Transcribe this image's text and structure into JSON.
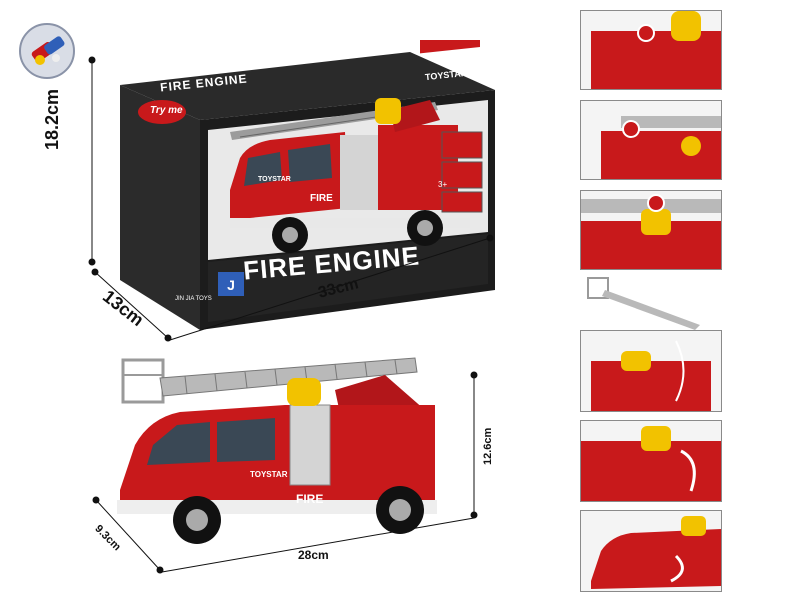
{
  "box": {
    "title": "FIRE ENGINE",
    "title_main": "FIRE ENGINE",
    "brand": "TOYSTAR",
    "try_me": "Try me",
    "age": "3+",
    "maker": "JIN JIA TOYS",
    "truck_label": "FIRE",
    "truck_brand": "TOYSTAR"
  },
  "box_dims": {
    "height": "18.2cm",
    "depth": "13cm",
    "width": "33cm"
  },
  "toy": {
    "label": "FIRE",
    "brand": "TOYSTAR"
  },
  "toy_dims": {
    "height": "12.6cm",
    "depth": "9.3cm",
    "width": "28cm"
  },
  "colors": {
    "red": "#c8191b",
    "dark_red": "#8e0f12",
    "black": "#1b1b1b",
    "yellow": "#f2c200",
    "grey": "#b9b9b9"
  }
}
